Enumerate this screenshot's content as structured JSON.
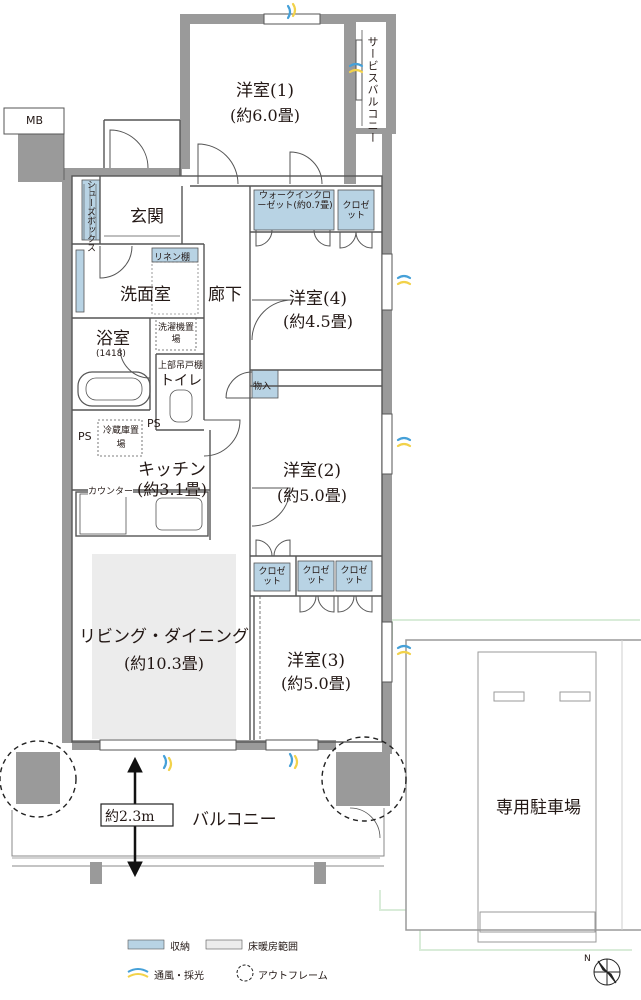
{
  "rooms": {
    "western1": {
      "name": "洋室(1)",
      "size": "(約6.0畳)"
    },
    "western4": {
      "name": "洋室(4)",
      "size": "(約4.5畳)"
    },
    "western2": {
      "name": "洋室(2)",
      "size": "(約5.0畳)"
    },
    "western3": {
      "name": "洋室(3)",
      "size": "(約5.0畳)"
    },
    "kitchen": {
      "name": "キッチン",
      "size": "(約3.1畳)"
    },
    "living": {
      "name": "リビング・ダイニング",
      "size": "(約10.3畳)"
    },
    "entrance": "玄関",
    "washroom": "洗面室",
    "corridor": "廊下",
    "bath": {
      "name": "浴室",
      "size": "(1418)"
    },
    "toilet": "トイレ",
    "balcony": "バルコニー",
    "service_balcony": "サービスバルコニー",
    "parking": "専用駐車場"
  },
  "storage": {
    "walkin": "ウォークインクローゼット(約0.7畳)",
    "closet": "クロゼット",
    "shoes": "シューズボックス",
    "linen": "リネン棚",
    "store": "物入",
    "upper_cabinet": "上部吊戸棚"
  },
  "fixtures": {
    "washer": "洗濯機置場",
    "fridge": "冷蔵庫置場",
    "counter": "カウンター",
    "ps": "PS",
    "mb": "MB"
  },
  "dimension": "約2.3m",
  "legend": {
    "storage": "収納",
    "floor_heating": "床暖房範囲",
    "ventilation": "通風・採光",
    "outframe": "アウトフレーム"
  },
  "colors": {
    "wall": "#8c8c8c",
    "storage": "#b8d3e4",
    "floor_heating": "#ececec",
    "parking_line": "#d9ecd9",
    "ventilation": "#45a0d8",
    "light": "#f2d24a"
  },
  "compass": "N"
}
